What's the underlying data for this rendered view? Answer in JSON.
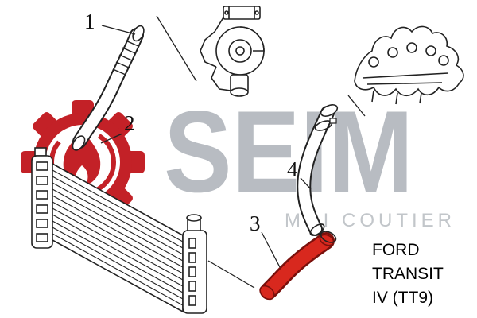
{
  "watermark": {
    "brand": "SEIM",
    "subbrand": "MGI COUTIER"
  },
  "callouts": [
    {
      "id": "1",
      "part": "turbo-corrugated-hose-end"
    },
    {
      "id": "2",
      "part": "turbo-to-intercooler-hose"
    },
    {
      "id": "3",
      "part": "intercooler-outlet-red-hose"
    },
    {
      "id": "4",
      "part": "manifold-charge-air-hose"
    }
  ],
  "vehicle": {
    "make": "FORD",
    "model": "TRANSIT",
    "generation": "IV (TT9)"
  },
  "parts": [
    "turbocharger",
    "intake-manifold",
    "intercooler",
    "charge-air-hoses"
  ],
  "colors": {
    "accent_red": "#c32127",
    "hose_red": "#d8281e",
    "hose_red_dark": "#7a100c",
    "watermark_gray": "#b8bcc2",
    "line_black": "#222222"
  }
}
